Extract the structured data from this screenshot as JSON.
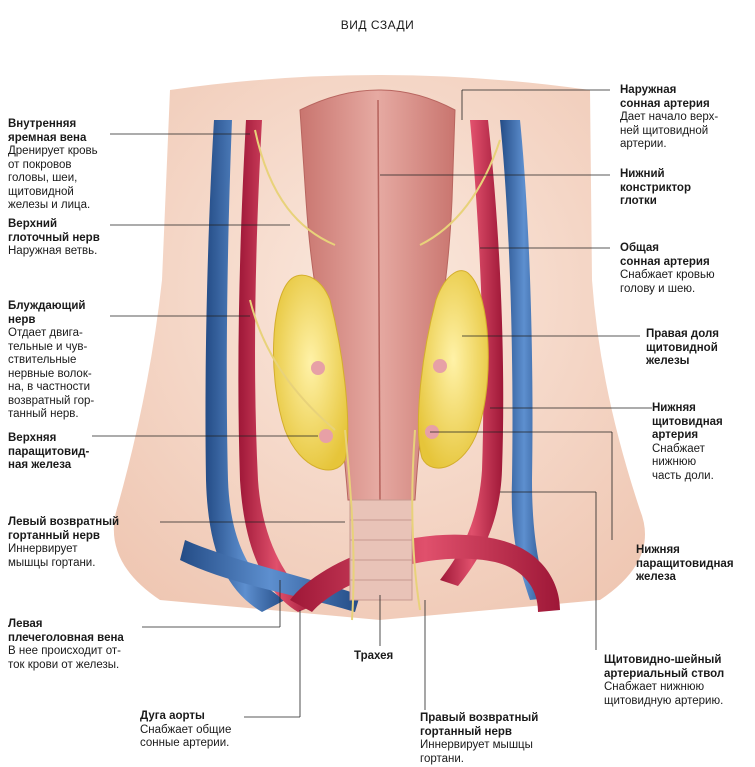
{
  "title": "ВИД СЗАДИ",
  "labels": {
    "ijv": {
      "h": "Внутренняя\nяремная вена",
      "d": "Дренирует кровь\nот покровов\nголовы, шеи,\nщитовидной\nжелезы и лица."
    },
    "spn": {
      "h": "Верхний\nглоточный нерв",
      "d": "Наружная ветвь."
    },
    "vagus": {
      "h": "Блуждающий\nнерв",
      "d": "Отдает двига-\nтельные и чув-\nствительные\nнервные волок-\nна, в частности\nвозвратный гор-\nтанный нерв."
    },
    "spg": {
      "h": "Верхняя\nпаращитовид-\nная железа",
      "d": ""
    },
    "lrln": {
      "h": "Левый возвратный\nгортанный нерв",
      "d": "Иннервирует\nмышцы гортани."
    },
    "lbv": {
      "h": "Левая\nплечеголовная вена",
      "d": "В нее происходит от-\nток крови от железы."
    },
    "aorta": {
      "h": "Дуга аорты",
      "d": "Снабжает общие\nсонные артерии."
    },
    "trach": {
      "h": "Трахея",
      "d": ""
    },
    "rrln": {
      "h": "Правый возвратный\nгортанный нерв",
      "d": "Иннервирует мышцы\nгортани."
    },
    "eca": {
      "h": "Наружная\nсонная артерия",
      "d": "Дает начало верх-\nней щитовидной\nартерии."
    },
    "ipc": {
      "h": "Нижний\nконстриктор\nглотки",
      "d": ""
    },
    "cca": {
      "h": "Общая\nсонная артерия",
      "d": "Снабжает кровью\nголову и шею."
    },
    "rtl": {
      "h": "Правая доля\nщитовидной\nжелезы",
      "d": ""
    },
    "ita": {
      "h": "Нижняя\nщитовидная\nартерия",
      "d": "Снабжает\nнижнюю\nчасть доли."
    },
    "ipg": {
      "h": "Нижняя\nпаращитовидная\nжелеза",
      "d": ""
    },
    "tct": {
      "h": "Щитовидно-шейный\nартериальный ствол",
      "d": "Снабжает нижнюю\nщитовидную артерию."
    }
  },
  "colors": {
    "skin": "#f6dccd",
    "muscle": "#d98e86",
    "artery": "#c7264a",
    "vein": "#3a68a8",
    "gland": "#f2dc5a",
    "nerve": "#f0df8a",
    "line": "#222222"
  }
}
